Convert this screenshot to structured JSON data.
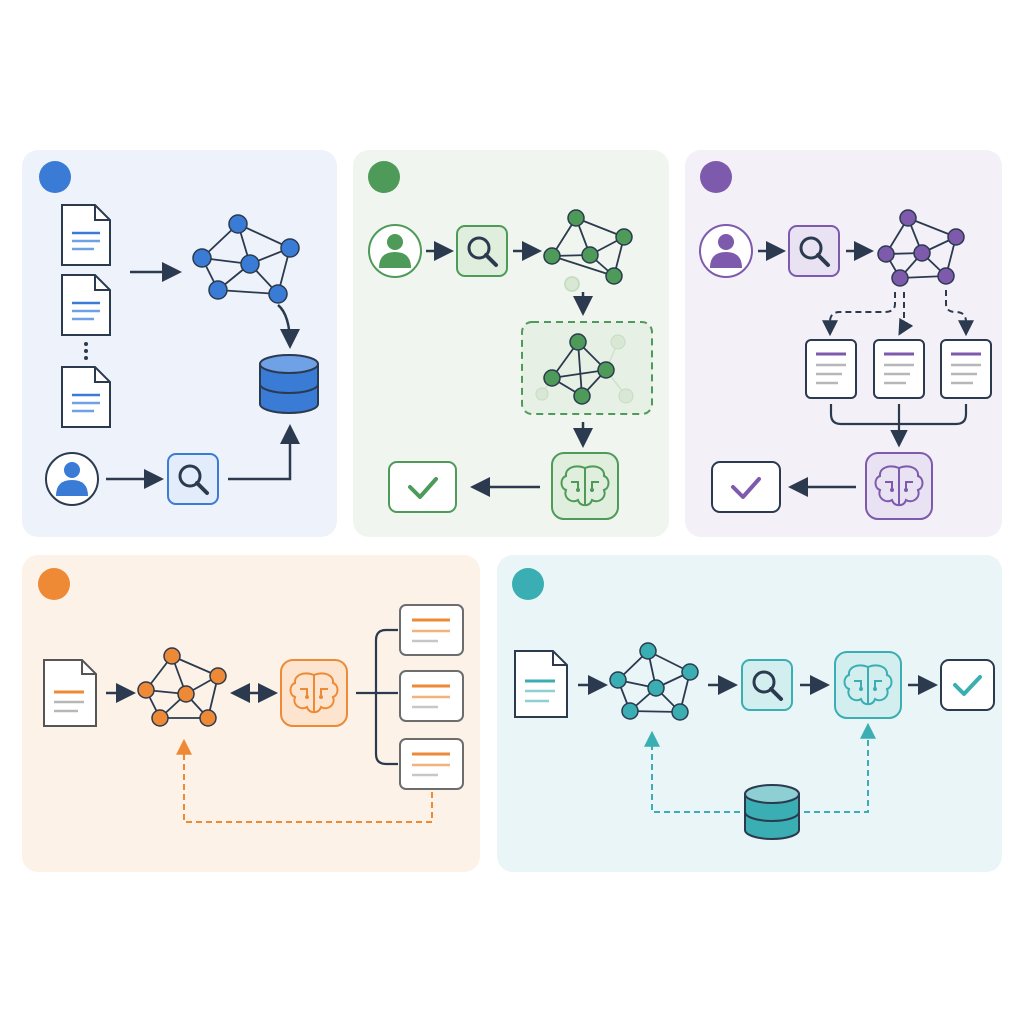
{
  "colors": {
    "blue": "#3a7bd5",
    "green": "#4e9a58",
    "purple": "#7e5aad",
    "orange": "#ee8a35",
    "teal": "#3aaeb2",
    "arrow": "#2b3a4e",
    "panel_blue": "#eef3fb",
    "panel_green": "#f0f6ef",
    "panel_purple": "#f3f0f8",
    "panel_orange": "#fdf2e8",
    "panel_teal": "#eaf5f7"
  },
  "panels": [
    {
      "id": "panel-1",
      "accent": "blue",
      "nodes": [
        "document-icon",
        "document-icon",
        "document-icon",
        "knowledge-graph-icon",
        "database-icon",
        "user-icon",
        "search-icon"
      ]
    },
    {
      "id": "panel-2",
      "accent": "green",
      "nodes": [
        "user-icon",
        "search-icon",
        "knowledge-graph-icon",
        "subgraph-icon",
        "brain-icon",
        "checkmark-icon"
      ]
    },
    {
      "id": "panel-3",
      "accent": "purple",
      "nodes": [
        "user-icon",
        "search-icon",
        "knowledge-graph-icon",
        "document-icon",
        "document-icon",
        "document-icon",
        "brain-icon",
        "checkmark-icon"
      ]
    },
    {
      "id": "panel-4",
      "accent": "orange",
      "nodes": [
        "document-icon",
        "knowledge-graph-icon",
        "brain-icon",
        "document-icon",
        "document-icon",
        "document-icon"
      ]
    },
    {
      "id": "panel-5",
      "accent": "teal",
      "nodes": [
        "document-icon",
        "knowledge-graph-icon",
        "search-icon",
        "brain-icon",
        "checkmark-icon",
        "database-icon"
      ]
    }
  ]
}
